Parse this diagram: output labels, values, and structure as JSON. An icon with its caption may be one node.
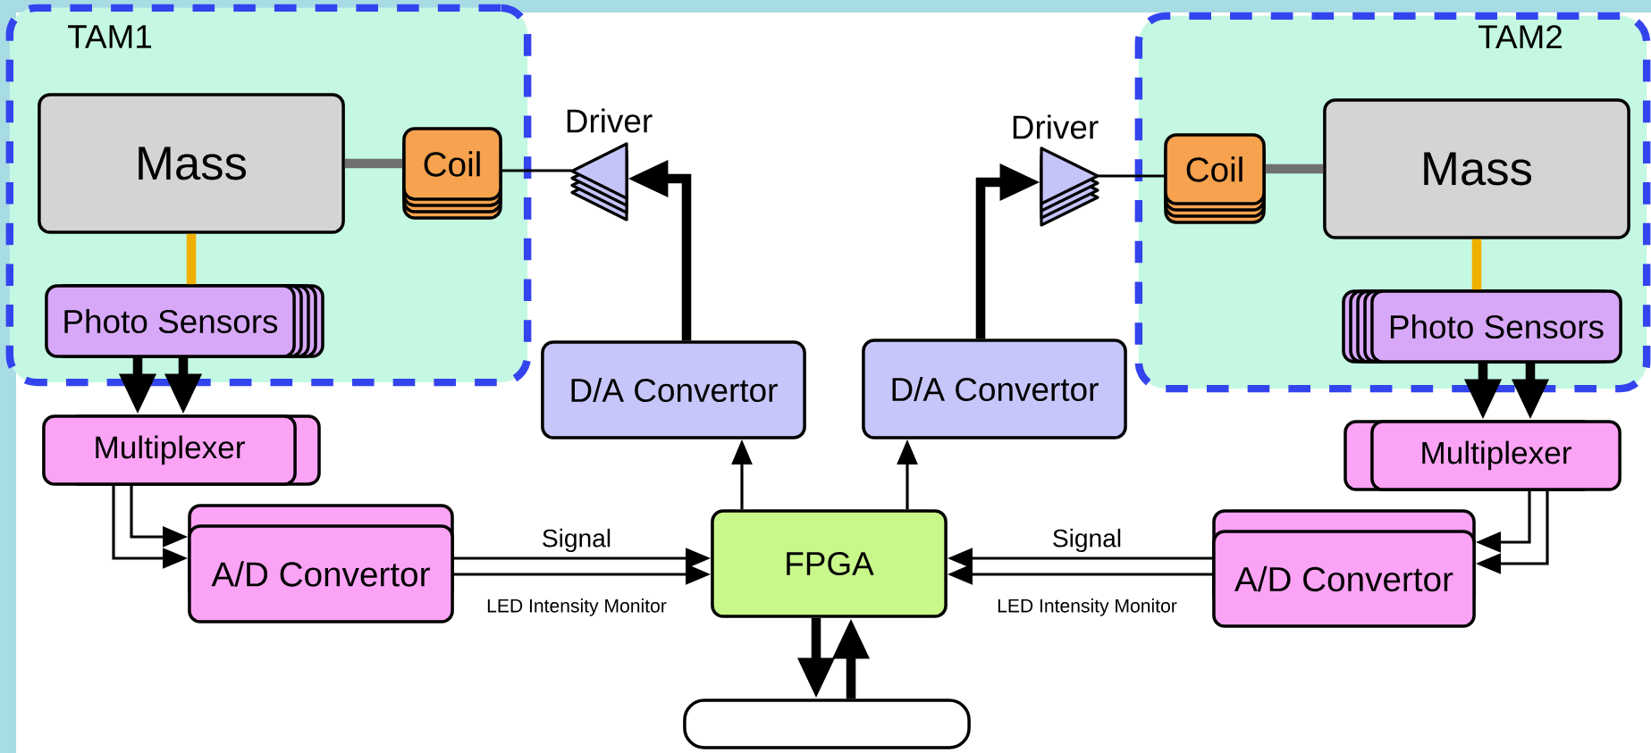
{
  "diagram": {
    "nodes": [
      {
        "text": [
          "TAM1"
        ]
      },
      {
        "text": [
          "Mass"
        ],
        "in": 0
      },
      {
        "text": [
          "Coil"
        ],
        "in": 0
      },
      {
        "text": [
          "Photo Sensors"
        ],
        "in": 0
      },
      {
        "text": [
          "Driver"
        ]
      },
      {
        "text": [
          "Driver"
        ]
      },
      {
        "text": [
          "TAM2"
        ]
      },
      {
        "text": [
          "Coil"
        ],
        "in": 6
      },
      {
        "text": [
          "Mass"
        ],
        "in": 6
      },
      {
        "text": [
          "Photo Sensors"
        ],
        "in": 6
      },
      {
        "text": [
          "D/A Convertor"
        ]
      },
      {
        "text": [
          "D/A Convertor"
        ]
      },
      {
        "text": [
          "Multiplexer"
        ]
      },
      {
        "text": [
          "Multiplexer"
        ]
      },
      {
        "text": [
          "A/D Convertor"
        ]
      },
      {
        "text": [
          "FPGA"
        ]
      },
      {
        "text": [
          "A/D Convertor"
        ]
      },
      {
        "text": [],
        "shape": "box"
      }
    ],
    "edges": [
      {
        "from": 1,
        "to": 2,
        "arrow": "none",
        "style": "thick",
        "color": "#707070"
      },
      {
        "from": 1,
        "to": 3,
        "arrow": "none",
        "style": "thick",
        "color": "#f0b000"
      },
      {
        "from": 2,
        "to": 4,
        "arrow": "none"
      },
      {
        "from": 10,
        "to": 4,
        "arrow": "to",
        "style": "thick"
      },
      {
        "from": 3,
        "to": 12,
        "arrow": "to",
        "style": "thick"
      },
      {
        "from": 3,
        "to": 12,
        "arrow": "to",
        "style": "thick"
      },
      {
        "from": 12,
        "to": 14,
        "arrow": "to"
      },
      {
        "from": 12,
        "to": 14,
        "arrow": "to"
      },
      {
        "from": 14,
        "to": 15,
        "arrow": "to",
        "label": "Signal"
      },
      {
        "from": 14,
        "to": 15,
        "arrow": "to",
        "label": "LED Intensity Monitor"
      },
      {
        "from": 15,
        "to": 10,
        "arrow": "to"
      },
      {
        "from": 15,
        "to": 17,
        "arrow": "to",
        "style": "thick"
      },
      {
        "from": 17,
        "to": 15,
        "arrow": "to",
        "style": "thick"
      },
      {
        "from": 8,
        "to": 7,
        "arrow": "none",
        "style": "thick",
        "color": "#707070"
      },
      {
        "from": 8,
        "to": 9,
        "arrow": "none",
        "style": "thick",
        "color": "#f0b000"
      },
      {
        "from": 7,
        "to": 5,
        "arrow": "none"
      },
      {
        "from": 11,
        "to": 5,
        "arrow": "to",
        "style": "thick"
      },
      {
        "from": 9,
        "to": 13,
        "arrow": "to",
        "style": "thick"
      },
      {
        "from": 9,
        "to": 13,
        "arrow": "to",
        "style": "thick"
      },
      {
        "from": 13,
        "to": 16,
        "arrow": "to"
      },
      {
        "from": 13,
        "to": 16,
        "arrow": "to"
      },
      {
        "from": 16,
        "to": 15,
        "arrow": "to",
        "label": "Signal"
      },
      {
        "from": 16,
        "to": 15,
        "arrow": "to",
        "label": "LED Intensity Monitor"
      },
      {
        "from": 15,
        "to": 11,
        "arrow": "to"
      }
    ]
  }
}
